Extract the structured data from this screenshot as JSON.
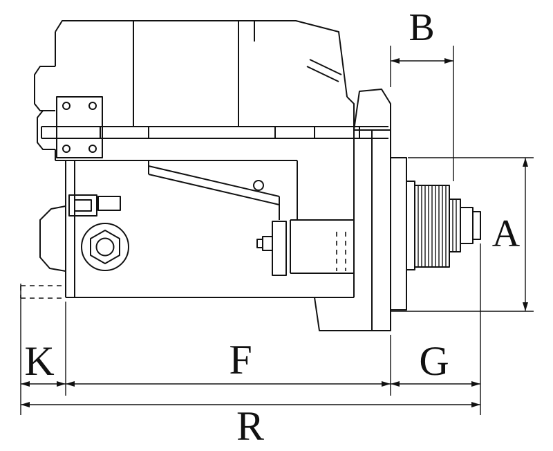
{
  "figure": {
    "kind": "technical-dimension-drawing",
    "subject": "starter-motor-side-view",
    "labels": {
      "a": "A",
      "b": "B",
      "k": "K",
      "f": "F",
      "g": "G",
      "r": "R"
    },
    "colors": {
      "line": "#111111",
      "background": "#ffffff"
    }
  }
}
